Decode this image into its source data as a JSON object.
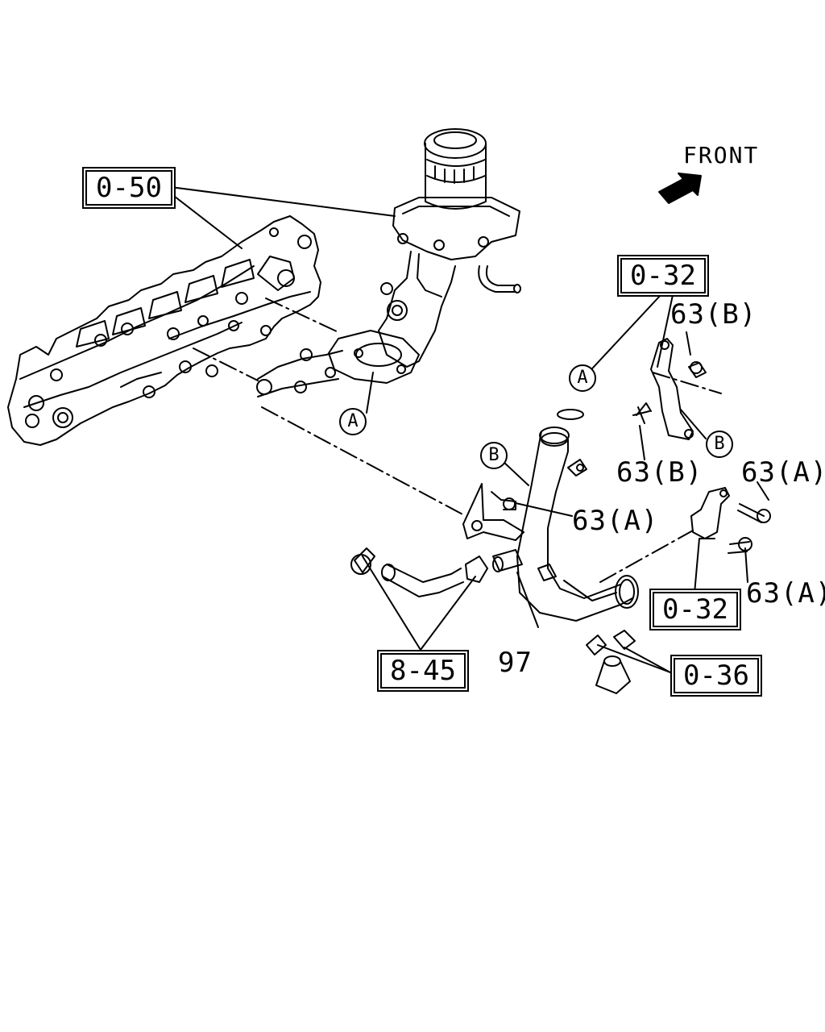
{
  "orientation": {
    "label": "FRONT",
    "arrow_icon": "front-direction-arrow-icon"
  },
  "callouts": {
    "ref_0_50": "0-50",
    "ref_0_32_top": "0-32",
    "ref_0_32_bottom": "0-32",
    "ref_8_45": "8-45",
    "ref_0_36": "0-36"
  },
  "part_labels": {
    "bolt_63b_top": "63(B)",
    "bolt_63b_mid": "63(B)",
    "bolt_63a_right": "63(A)",
    "bolt_63a_center": "63(A)",
    "bolt_63a_lower": "63(A)",
    "pipe_97": "97"
  },
  "match_marks": {
    "a_left": "A",
    "a_right": "A",
    "b_left": "B",
    "b_right": "B"
  }
}
